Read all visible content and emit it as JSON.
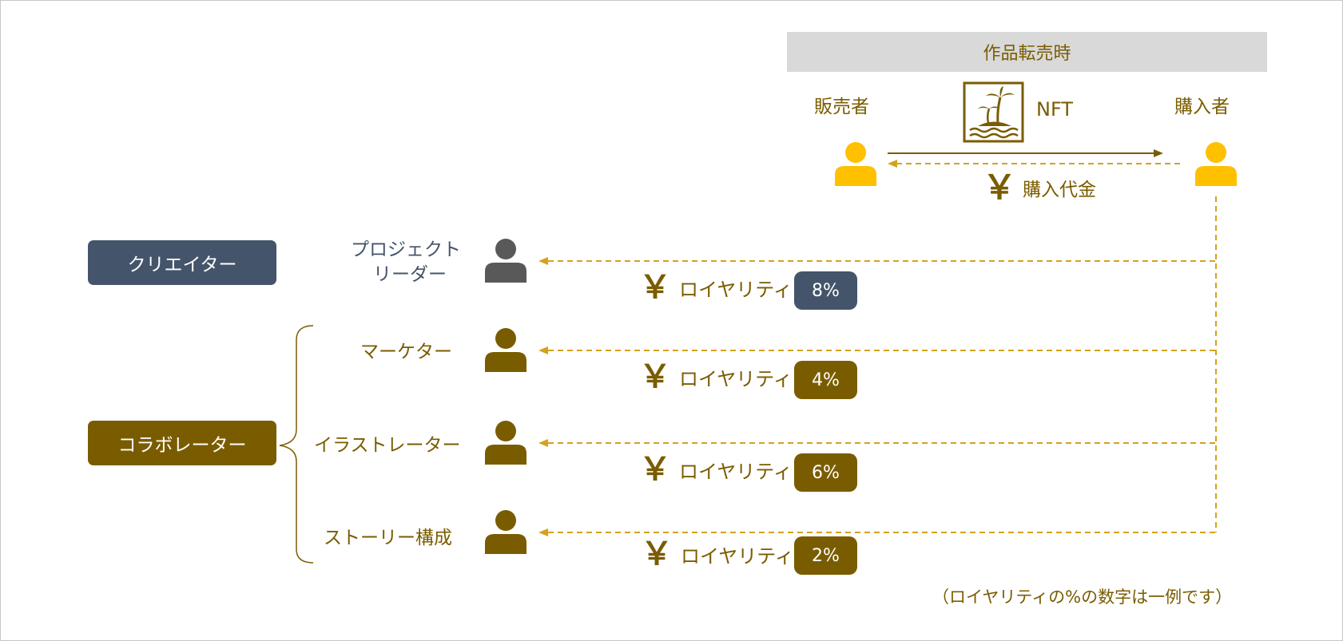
{
  "header": {
    "title": "作品転売時"
  },
  "trade": {
    "seller_label": "販売者",
    "buyer_label": "購入者",
    "item_label": "NFT",
    "item_icon": "nft-island-icon",
    "payment_symbol": "￥",
    "payment_label": "購入代金"
  },
  "groups": [
    {
      "label": "クリエイター",
      "color": "#44546a"
    },
    {
      "label": "コラボレーター",
      "color": "#7a5c00"
    }
  ],
  "recipients": [
    {
      "role_line1": "プロジェクト",
      "role_line2": "リーダー",
      "royalty_symbol": "￥",
      "royalty_label": "ロイヤリティ",
      "percent": "8%",
      "color": "#44546a"
    },
    {
      "role": "マーケター",
      "royalty_symbol": "￥",
      "royalty_label": "ロイヤリティ",
      "percent": "4%",
      "color": "#7a5c00"
    },
    {
      "role": "イラストレーター",
      "royalty_symbol": "￥",
      "royalty_label": "ロイヤリティ",
      "percent": "6%",
      "color": "#7a5c00"
    },
    {
      "role": "ストーリー構成",
      "royalty_symbol": "￥",
      "royalty_label": "ロイヤリティ",
      "percent": "2%",
      "color": "#7a5c00"
    }
  ],
  "note": "（ロイヤリティの%の数字は一例です）",
  "colors": {
    "accent_gold": "#7a5c00",
    "person_yellow": "#ffc000",
    "person_gray": "#595959",
    "dash_line": "#d4a21c",
    "header_bg": "#d9d9d9"
  }
}
